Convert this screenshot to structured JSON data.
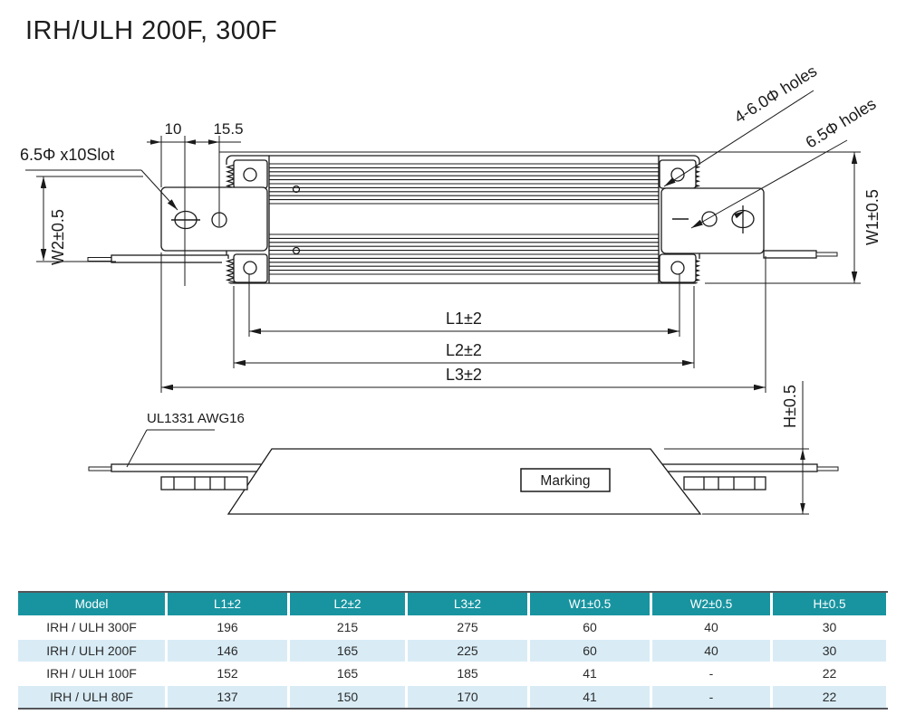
{
  "title": "IRH/ULH 200F, 300F",
  "drawing": {
    "dim_10": "10",
    "dim_15_5": "15.5",
    "slot_label": "6.5Φ x10Slot",
    "holes_label_top": "4-6.0Φ holes",
    "holes_label_bottom": "6.5Φ holes",
    "w1_label": "W1±0.5",
    "w2_label": "W2±0.5",
    "l1_label": "L1±2",
    "l2_label": "L2±2",
    "l3_label": "L3±2",
    "h_label": "H±0.5",
    "wire_label": "UL1331 AWG16",
    "marking_label": "Marking"
  },
  "table": {
    "headers": [
      "Model",
      "L1±2",
      "L2±2",
      "L3±2",
      "W1±0.5",
      "W2±0.5",
      "H±0.5"
    ],
    "rows": [
      {
        "cells": [
          "IRH / ULH 300F",
          "196",
          "215",
          "275",
          "60",
          "40",
          "30"
        ]
      },
      {
        "cells": [
          "IRH / ULH 200F",
          "146",
          "165",
          "225",
          "60",
          "40",
          "30"
        ]
      },
      {
        "cells": [
          "IRH / ULH 100F",
          "152",
          "165",
          "185",
          "41",
          "-",
          "22"
        ]
      },
      {
        "cells": [
          "IRH / ULH 80F",
          "137",
          "150",
          "170",
          "41",
          "-",
          "22"
        ]
      }
    ]
  },
  "colors": {
    "header_bg": "#1894A0",
    "row_alt_bg": "#D9ECF6",
    "table_border": "#54555A",
    "line_color": "#1a1a1a"
  }
}
